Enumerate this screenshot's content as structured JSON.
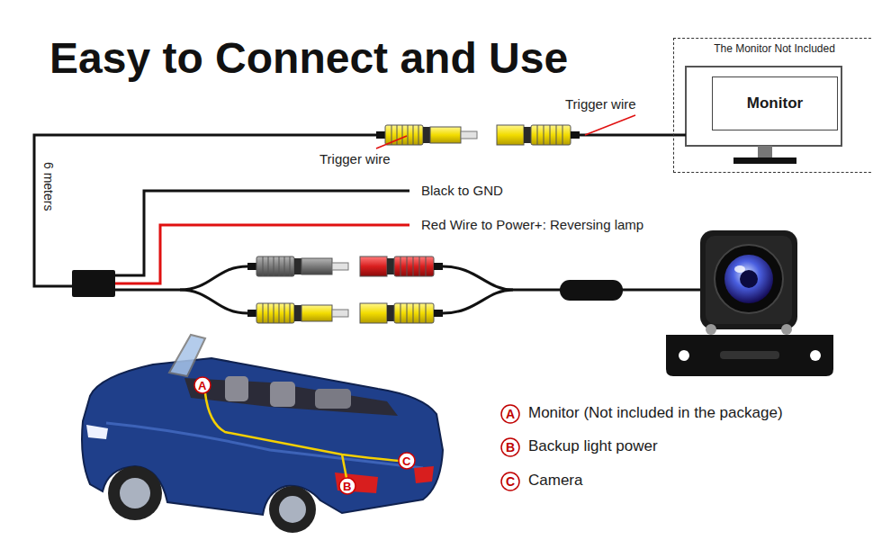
{
  "diagram": {
    "title": "Easy to Connect and Use",
    "nodes": [
      {
        "text": [
          "The Monitor Not Included"
        ]
      },
      {
        "text": [
          "Monitor"
        ],
        "in": 0
      }
    ],
    "labels": [
      "Trigger wire",
      "Trigger wire",
      "6 meters",
      "Black to GND",
      "Red Wire to Power+: Reversing lamp",
      "A",
      "B",
      "C",
      "A",
      "B",
      "C"
    ],
    "legend": [
      {
        "text": "Monitor (Not included in the package)"
      },
      {
        "text": "Backup light power"
      },
      {
        "text": "Camera"
      }
    ]
  }
}
